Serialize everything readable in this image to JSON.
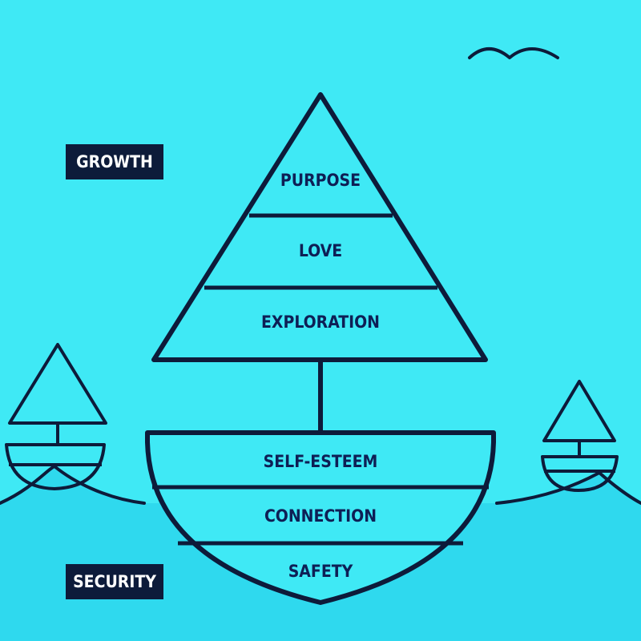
{
  "colors": {
    "sky": "#3fe9f5",
    "sea": "#2fd9ee",
    "ink": "#0d1b3a",
    "label_text": "#0e1f55",
    "tag_background": "#0d1b3a",
    "tag_text": "#ffffff"
  },
  "tags": {
    "growth": "GROWTH",
    "security": "SECURITY"
  },
  "sail_levels": [
    "PURPOSE",
    "LOVE",
    "EXPLORATION"
  ],
  "hull_levels": [
    "SELF-ESTEEM",
    "CONNECTION",
    "SAFETY"
  ],
  "icons": [
    "seagull-icon",
    "small-boat-icon",
    "main-boat-icon",
    "wave-icon"
  ]
}
